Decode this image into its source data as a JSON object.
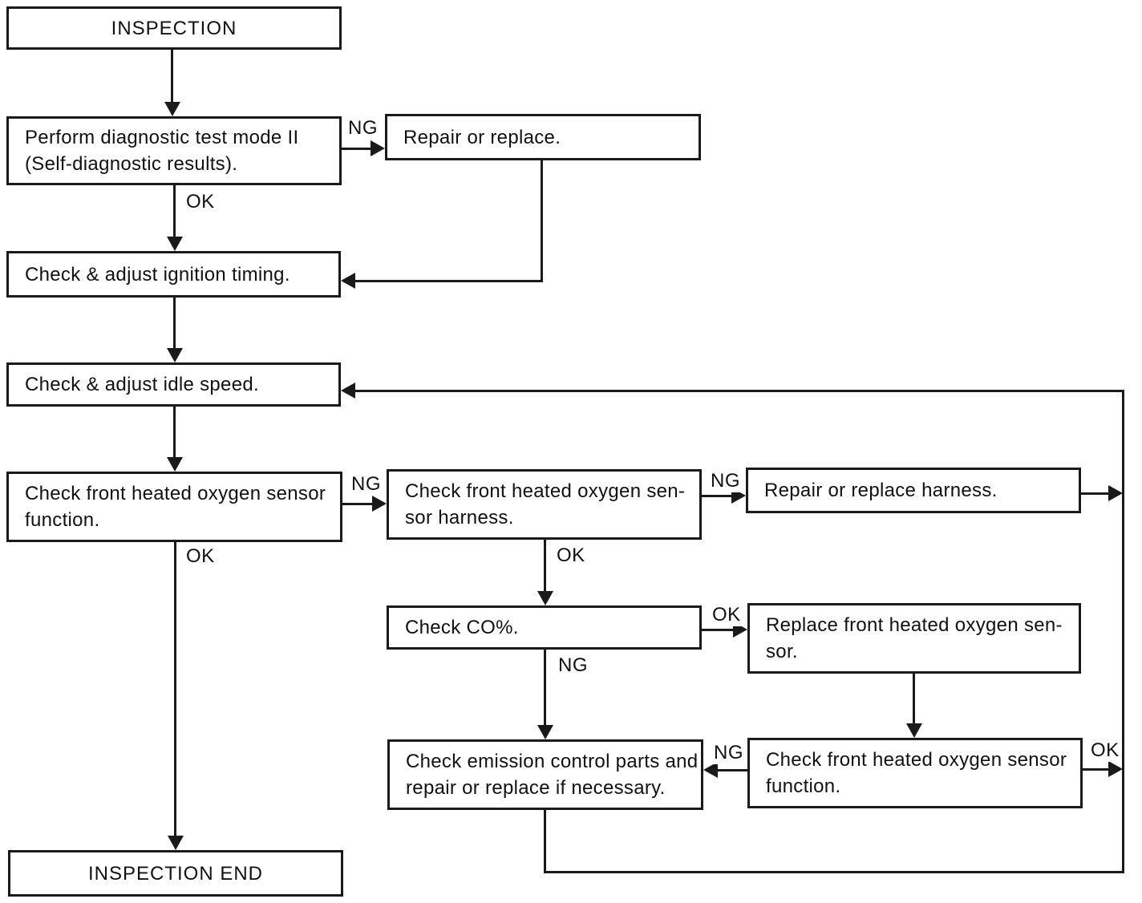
{
  "diagram": {
    "type": "flowchart",
    "title": "INSPECTION"
  },
  "nodes": {
    "inspection": {
      "lines": [
        "INSPECTION"
      ]
    },
    "diag_test": {
      "lines": [
        "Perform diagnostic test mode II",
        "(Self-diagnostic results)."
      ]
    },
    "repair_replace": {
      "lines": [
        "Repair or replace."
      ]
    },
    "ignition_timing": {
      "lines": [
        "Check & adjust ignition timing."
      ]
    },
    "idle_speed": {
      "lines": [
        "Check & adjust idle speed."
      ]
    },
    "o2_function_1": {
      "lines": [
        "Check front heated oxygen sensor",
        "function."
      ]
    },
    "o2_harness": {
      "lines": [
        "Check front heated oxygen sen-",
        "sor harness."
      ]
    },
    "repair_harness": {
      "lines": [
        "Repair or replace harness."
      ]
    },
    "check_co": {
      "lines": [
        "Check CO%."
      ]
    },
    "replace_sensor": {
      "lines": [
        "Replace front heated oxygen sen-",
        "sor."
      ]
    },
    "emission_parts": {
      "lines": [
        "Check emission control parts and",
        "repair or replace if necessary."
      ]
    },
    "o2_function_2": {
      "lines": [
        "Check front heated oxygen sensor",
        "function."
      ]
    },
    "inspection_end": {
      "lines": [
        "INSPECTION END"
      ]
    }
  },
  "edge_labels": {
    "diag_ng": "NG",
    "diag_ok": "OK",
    "o2fn1_ng": "NG",
    "o2fn1_ok": "OK",
    "harness_ng": "NG",
    "harness_ok": "OK",
    "co_ok": "OK",
    "co_ng": "NG",
    "o2fn2_ng": "NG",
    "o2fn2_ok": "OK"
  },
  "colors": {
    "line": "#1a1a1a",
    "background": "#ffffff",
    "box_fill": "#ffffff"
  }
}
